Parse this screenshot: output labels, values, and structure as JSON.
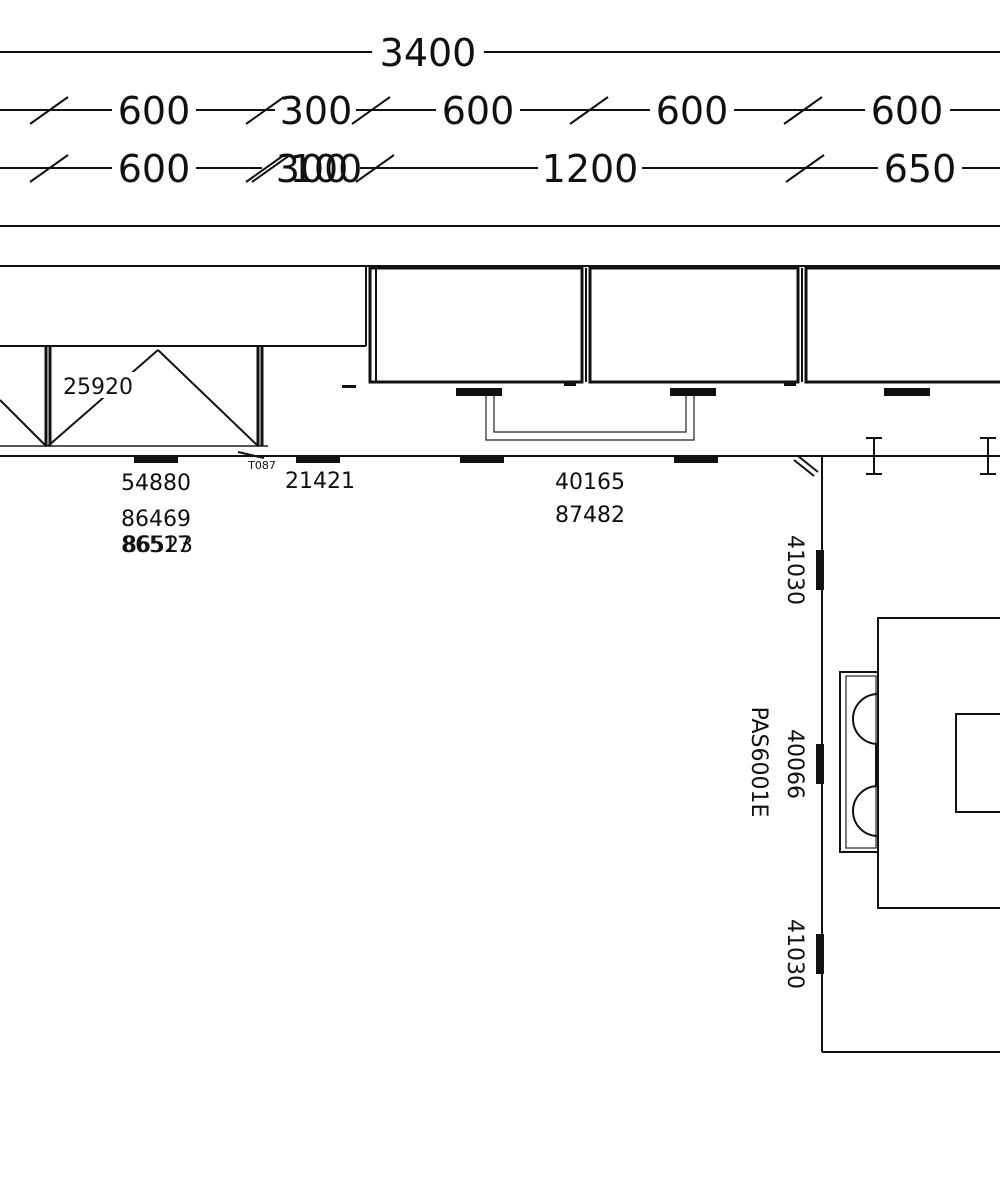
{
  "dimensions": {
    "overall": "3400",
    "row1": [
      "600",
      "300",
      "600",
      "600",
      "600"
    ],
    "row2": [
      "600",
      "300",
      "100",
      "1200",
      "650"
    ]
  },
  "codes": {
    "corner_unit": "25920",
    "c54880": "54880",
    "c86469": "86469",
    "c86517": "86517",
    "c86523": "86523",
    "small_label": "T087",
    "c21421": "21421",
    "c40165": "40165",
    "c87482": "87482",
    "right_top": "41030",
    "right_mid": "40066",
    "right_bottom": "41030",
    "appliance": "PAS6001E"
  }
}
